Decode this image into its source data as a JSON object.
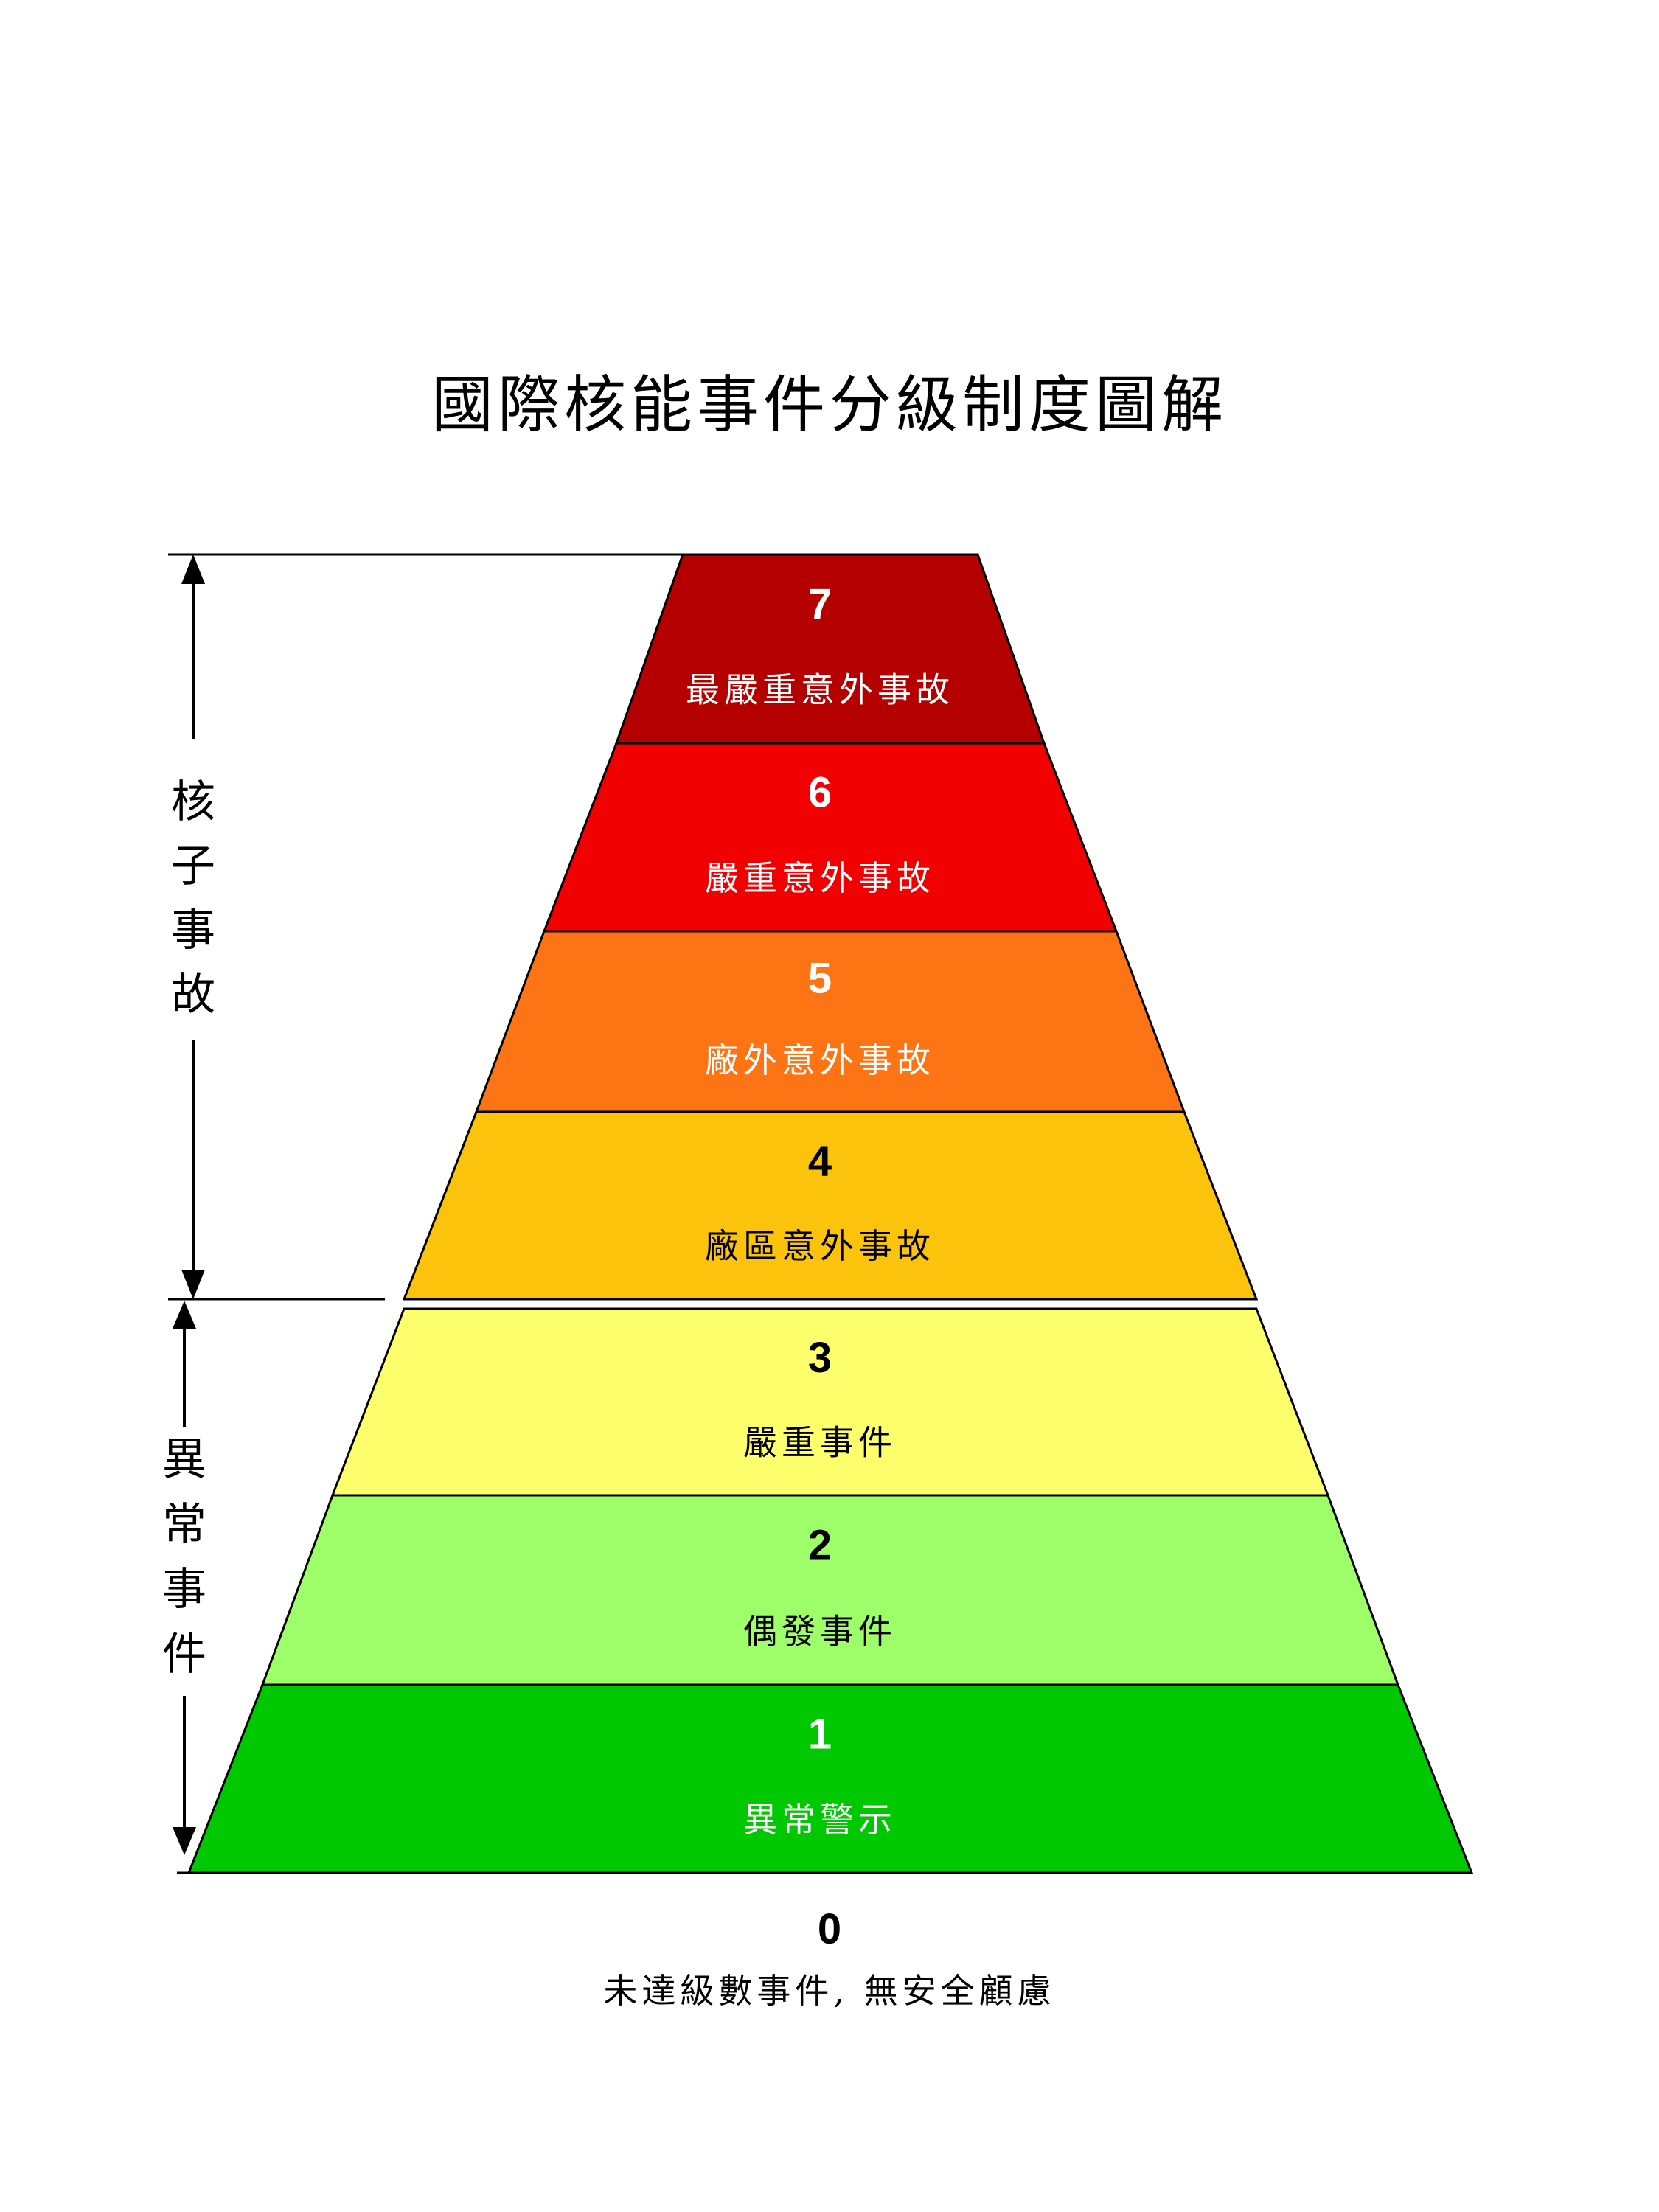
{
  "title": "國際核能事件分級制度圖解",
  "groups": {
    "accident": {
      "label": "核子事故",
      "chars": [
        "核",
        "子",
        "事",
        "故"
      ]
    },
    "incident": {
      "label": "異常事件",
      "chars": [
        "異",
        "常",
        "事",
        "件"
      ]
    }
  },
  "levels": [
    {
      "number": "7",
      "name": "最嚴重意外事故",
      "color": "#B50000",
      "text_color": "#FFFFFF"
    },
    {
      "number": "6",
      "name": "嚴重意外事故",
      "color": "#F00000",
      "text_color": "#FFFFFF"
    },
    {
      "number": "5",
      "name": "廠外意外事故",
      "color": "#FC7414",
      "text_color": "#FFFFFF"
    },
    {
      "number": "4",
      "name": "廠區意外事故",
      "color": "#FBC30B",
      "text_color": "#000000"
    },
    {
      "number": "3",
      "name": "嚴重事件",
      "color": "#FDFE6C",
      "text_color": "#000000"
    },
    {
      "number": "2",
      "name": "偶發事件",
      "color": "#9DFE6A",
      "text_color": "#000000"
    },
    {
      "number": "1",
      "name": "異常警示",
      "color": "#00C800",
      "text_color": "#FFFFFF"
    }
  ],
  "below_scale": {
    "number": "0",
    "name": "未達級數事件, 無安全顧慮"
  }
}
